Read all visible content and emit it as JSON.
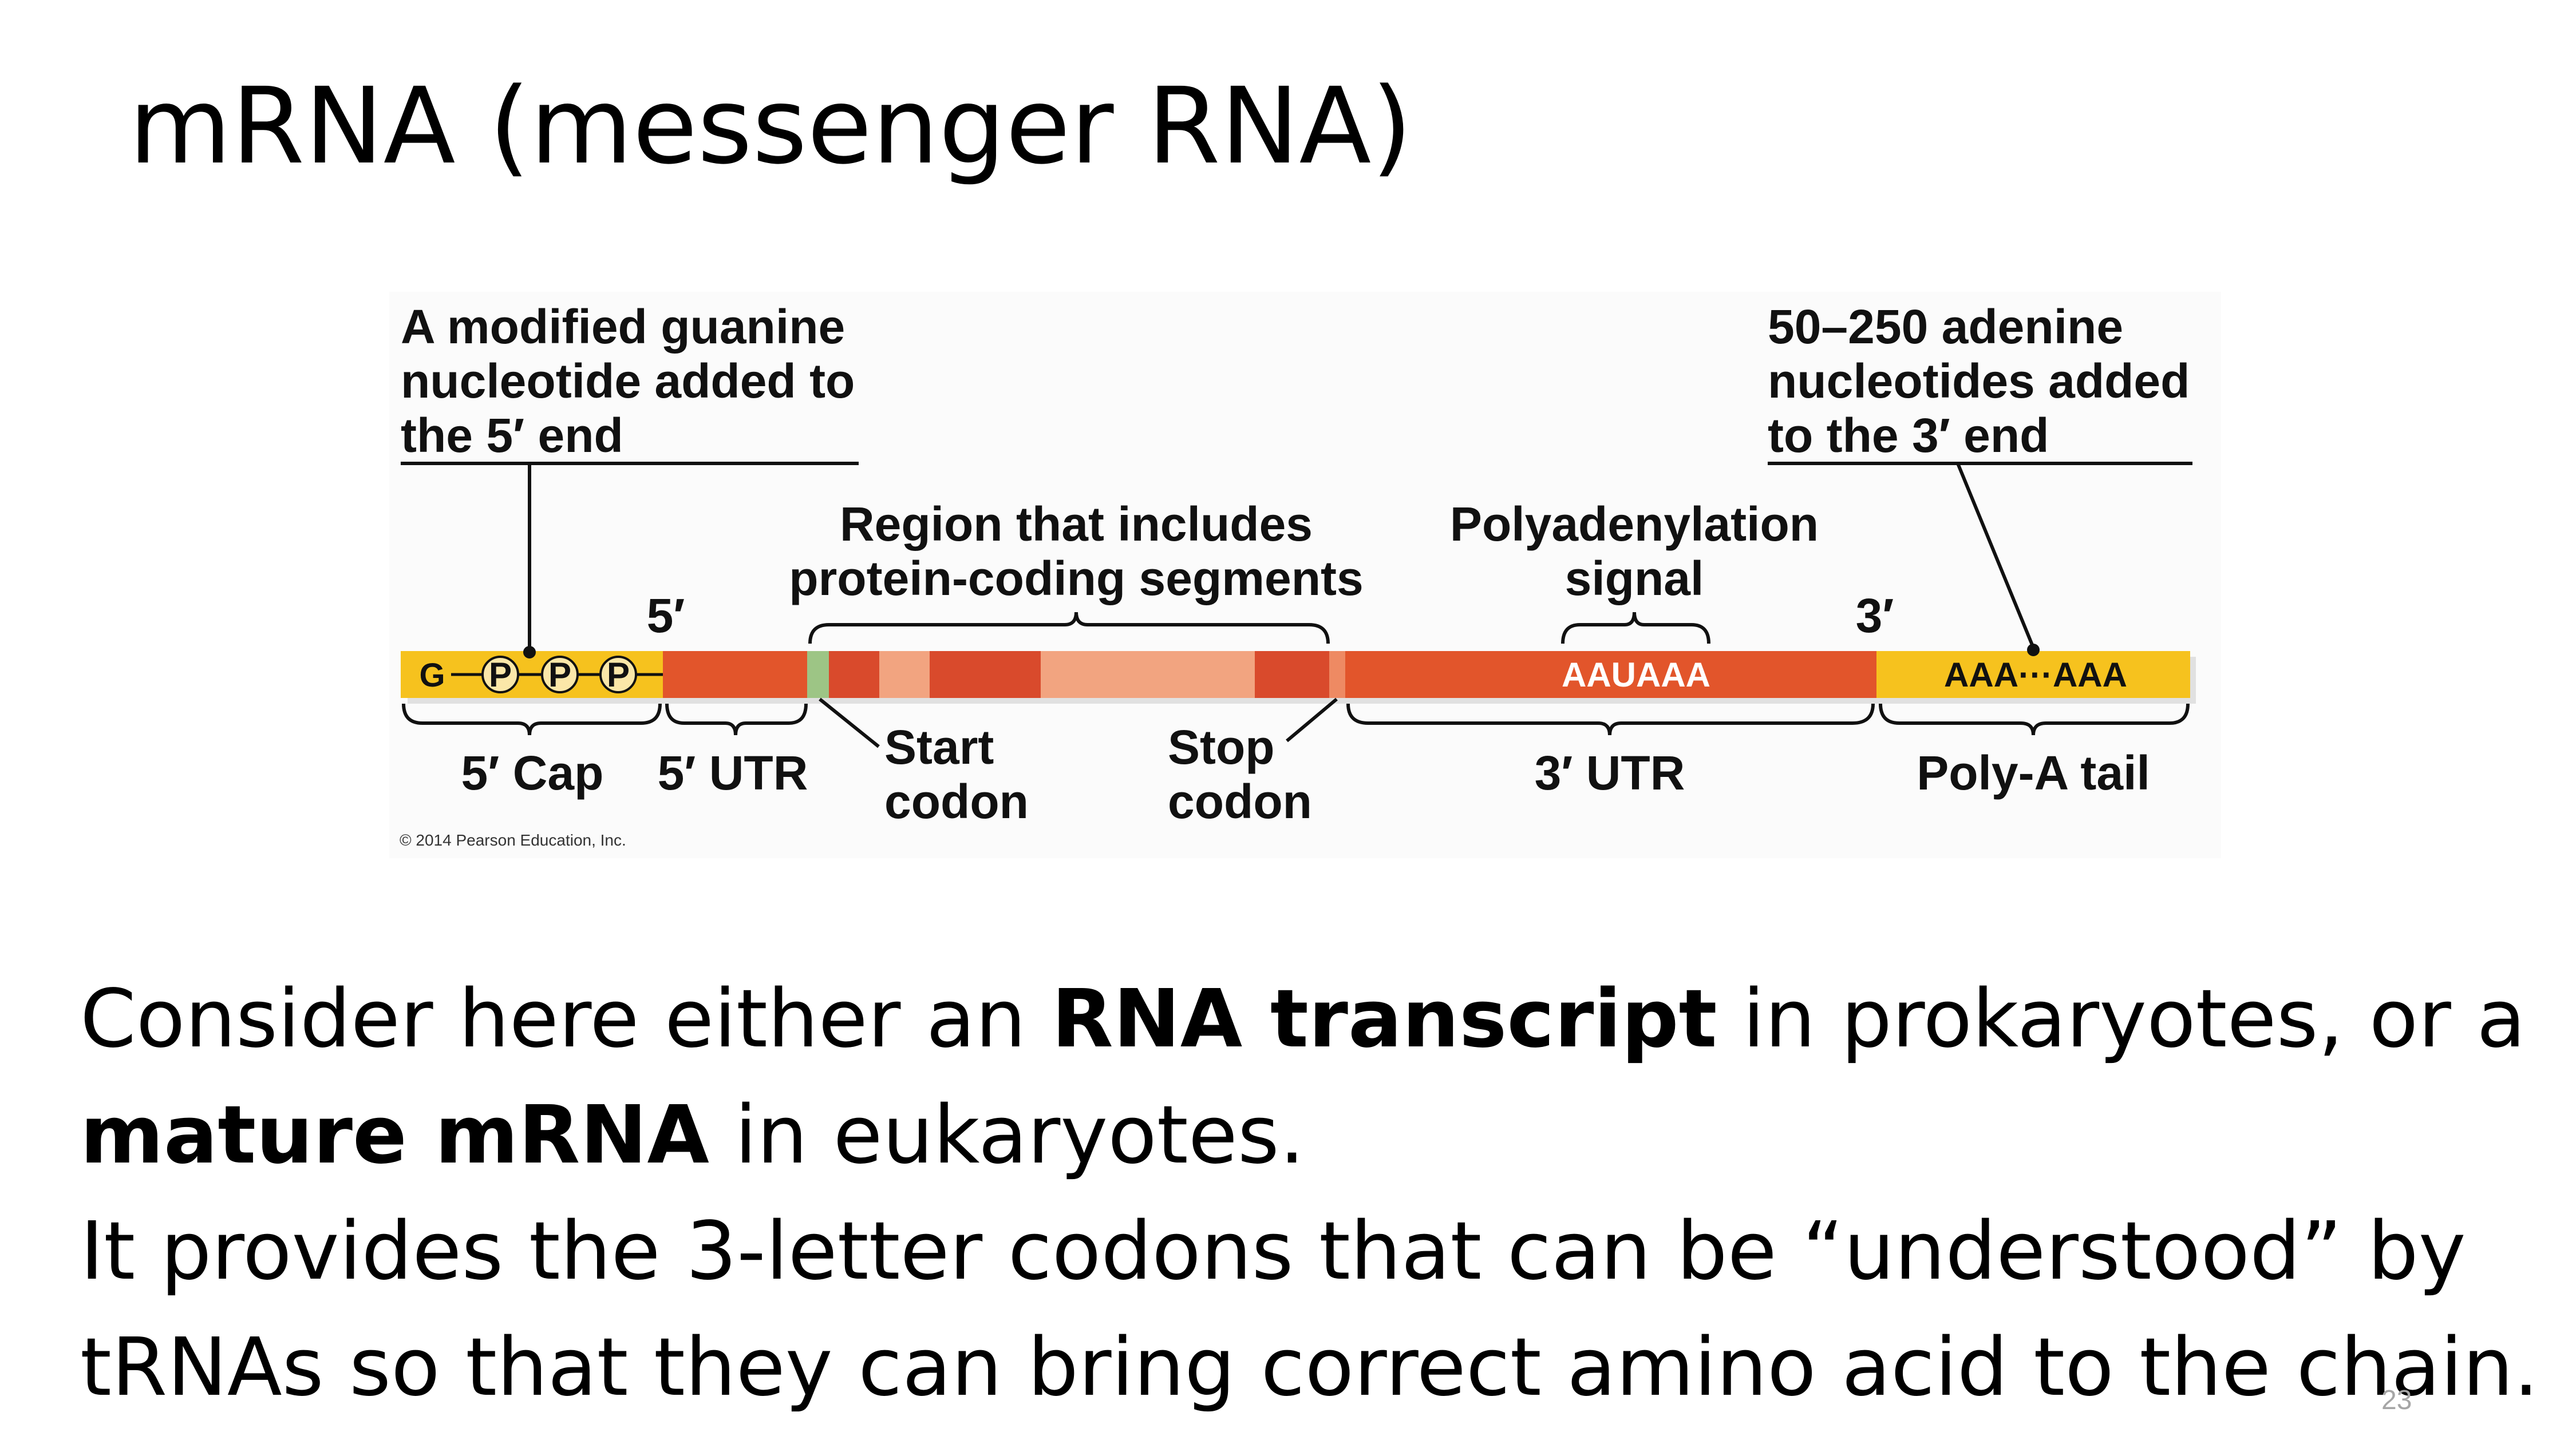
{
  "slide": {
    "title": "mRNA (messenger RNA)",
    "number": "23"
  },
  "diagram": {
    "annot_cap": [
      "A modified guanine",
      "nucleotide added to",
      "the 5′ end"
    ],
    "annot_tail": [
      "50–250 adenine",
      "nucleotides added",
      "to the 3′ end"
    ],
    "region_label": [
      "Region that includes",
      "protein-coding segments"
    ],
    "polya_signal": [
      "Polyadenylation",
      "signal"
    ],
    "five_prime": "5′",
    "three_prime": "3′",
    "cap_g": "G",
    "phosphate": "P",
    "signal_seq": "AAUAAA",
    "tail_seq": "AAA···AAA",
    "cap_label": "5′ Cap",
    "utr5_label": "5′ UTR",
    "start_codon": [
      "Start",
      "codon"
    ],
    "stop_codon": [
      "Stop",
      "codon"
    ],
    "utr3_label": "3′ UTR",
    "polya_tail_label": "Poly-A tail",
    "copyright": "© 2014 Pearson Education, Inc.",
    "colors": {
      "cap_yellow": "#f6c21e",
      "utr_orange": "#e2552b",
      "coding_dark": "#d94a2c",
      "coding_light": "#f2a480",
      "start_green": "#9dc585",
      "phosphate_fill": "#fbe7a8"
    }
  },
  "body": {
    "line1_pre": "Consider here either an ",
    "line1_bold": "RNA transcript",
    "line1_post": " in prokaryotes, or a",
    "line2_bold": "mature mRNA",
    "line2_post": " in eukaryotes.",
    "line3": "It provides the 3-letter codons that can be “understood” by",
    "line4": "tRNAs so that they can bring correct amino acid to the chain."
  }
}
